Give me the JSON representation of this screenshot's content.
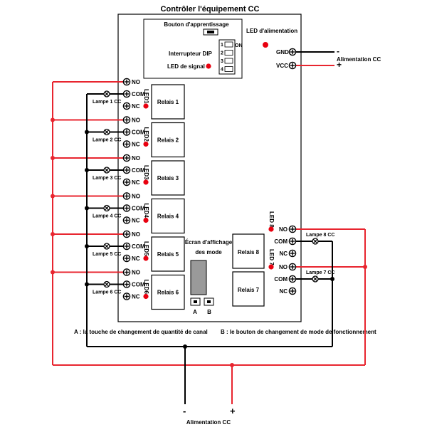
{
  "diagram": {
    "title": "Contrôler  l'équipement CC",
    "learn_button_label": "Bouton d'apprentissage",
    "power_led_label": "LED d'alimentation",
    "dip_switch_label": "Interrupteur DIP",
    "dip_on_label": "ON",
    "dip_numbers": [
      "1",
      "2",
      "3",
      "4"
    ],
    "signal_led_label": "LED de signal",
    "gnd_label": "GND",
    "vcc_label": "VCC",
    "power_supply_label_right": "Alimentation CC",
    "minus_sign": "-",
    "plus_sign": "+",
    "no_label": "NO",
    "com_label": "COM",
    "nc_label": "NC",
    "relays_left": [
      {
        "relay": "Relais 1",
        "led": "LED1",
        "lamp": "Lampe 1 CC"
      },
      {
        "relay": "Relais 2",
        "led": "LED2",
        "lamp": "Lampe 2 CC"
      },
      {
        "relay": "Relais 3",
        "led": "LED3",
        "lamp": "Lampe 3 CC"
      },
      {
        "relay": "Relais 4",
        "led": "LED4",
        "lamp": "Lampe 4 CC"
      },
      {
        "relay": "Relais 5",
        "led": "LED5",
        "lamp": "Lampe 5 CC"
      },
      {
        "relay": "Relais 6",
        "led": "LED6",
        "lamp": "Lampe 6 CC"
      }
    ],
    "relays_right": [
      {
        "relay": "Relais 8",
        "led": "LED 8",
        "lamp": "Lampe 8 CC"
      },
      {
        "relay": "Relais 7",
        "led": "LED 7",
        "lamp": "Lampe 7 CC"
      }
    ],
    "display_label_line1": "Écran d'affichage",
    "display_label_line2": "des mode",
    "button_a_label": "A",
    "button_b_label": "B",
    "caption_a": "A : la touche de changement de quantité de canal",
    "caption_b": "B : le bouton de changement de mode de fonctionnement",
    "power_supply_label_bottom": "Alimentation CC",
    "colors": {
      "positive_wire": "#e8252f",
      "negative_wire": "#000000",
      "led": "#e8000f"
    }
  }
}
